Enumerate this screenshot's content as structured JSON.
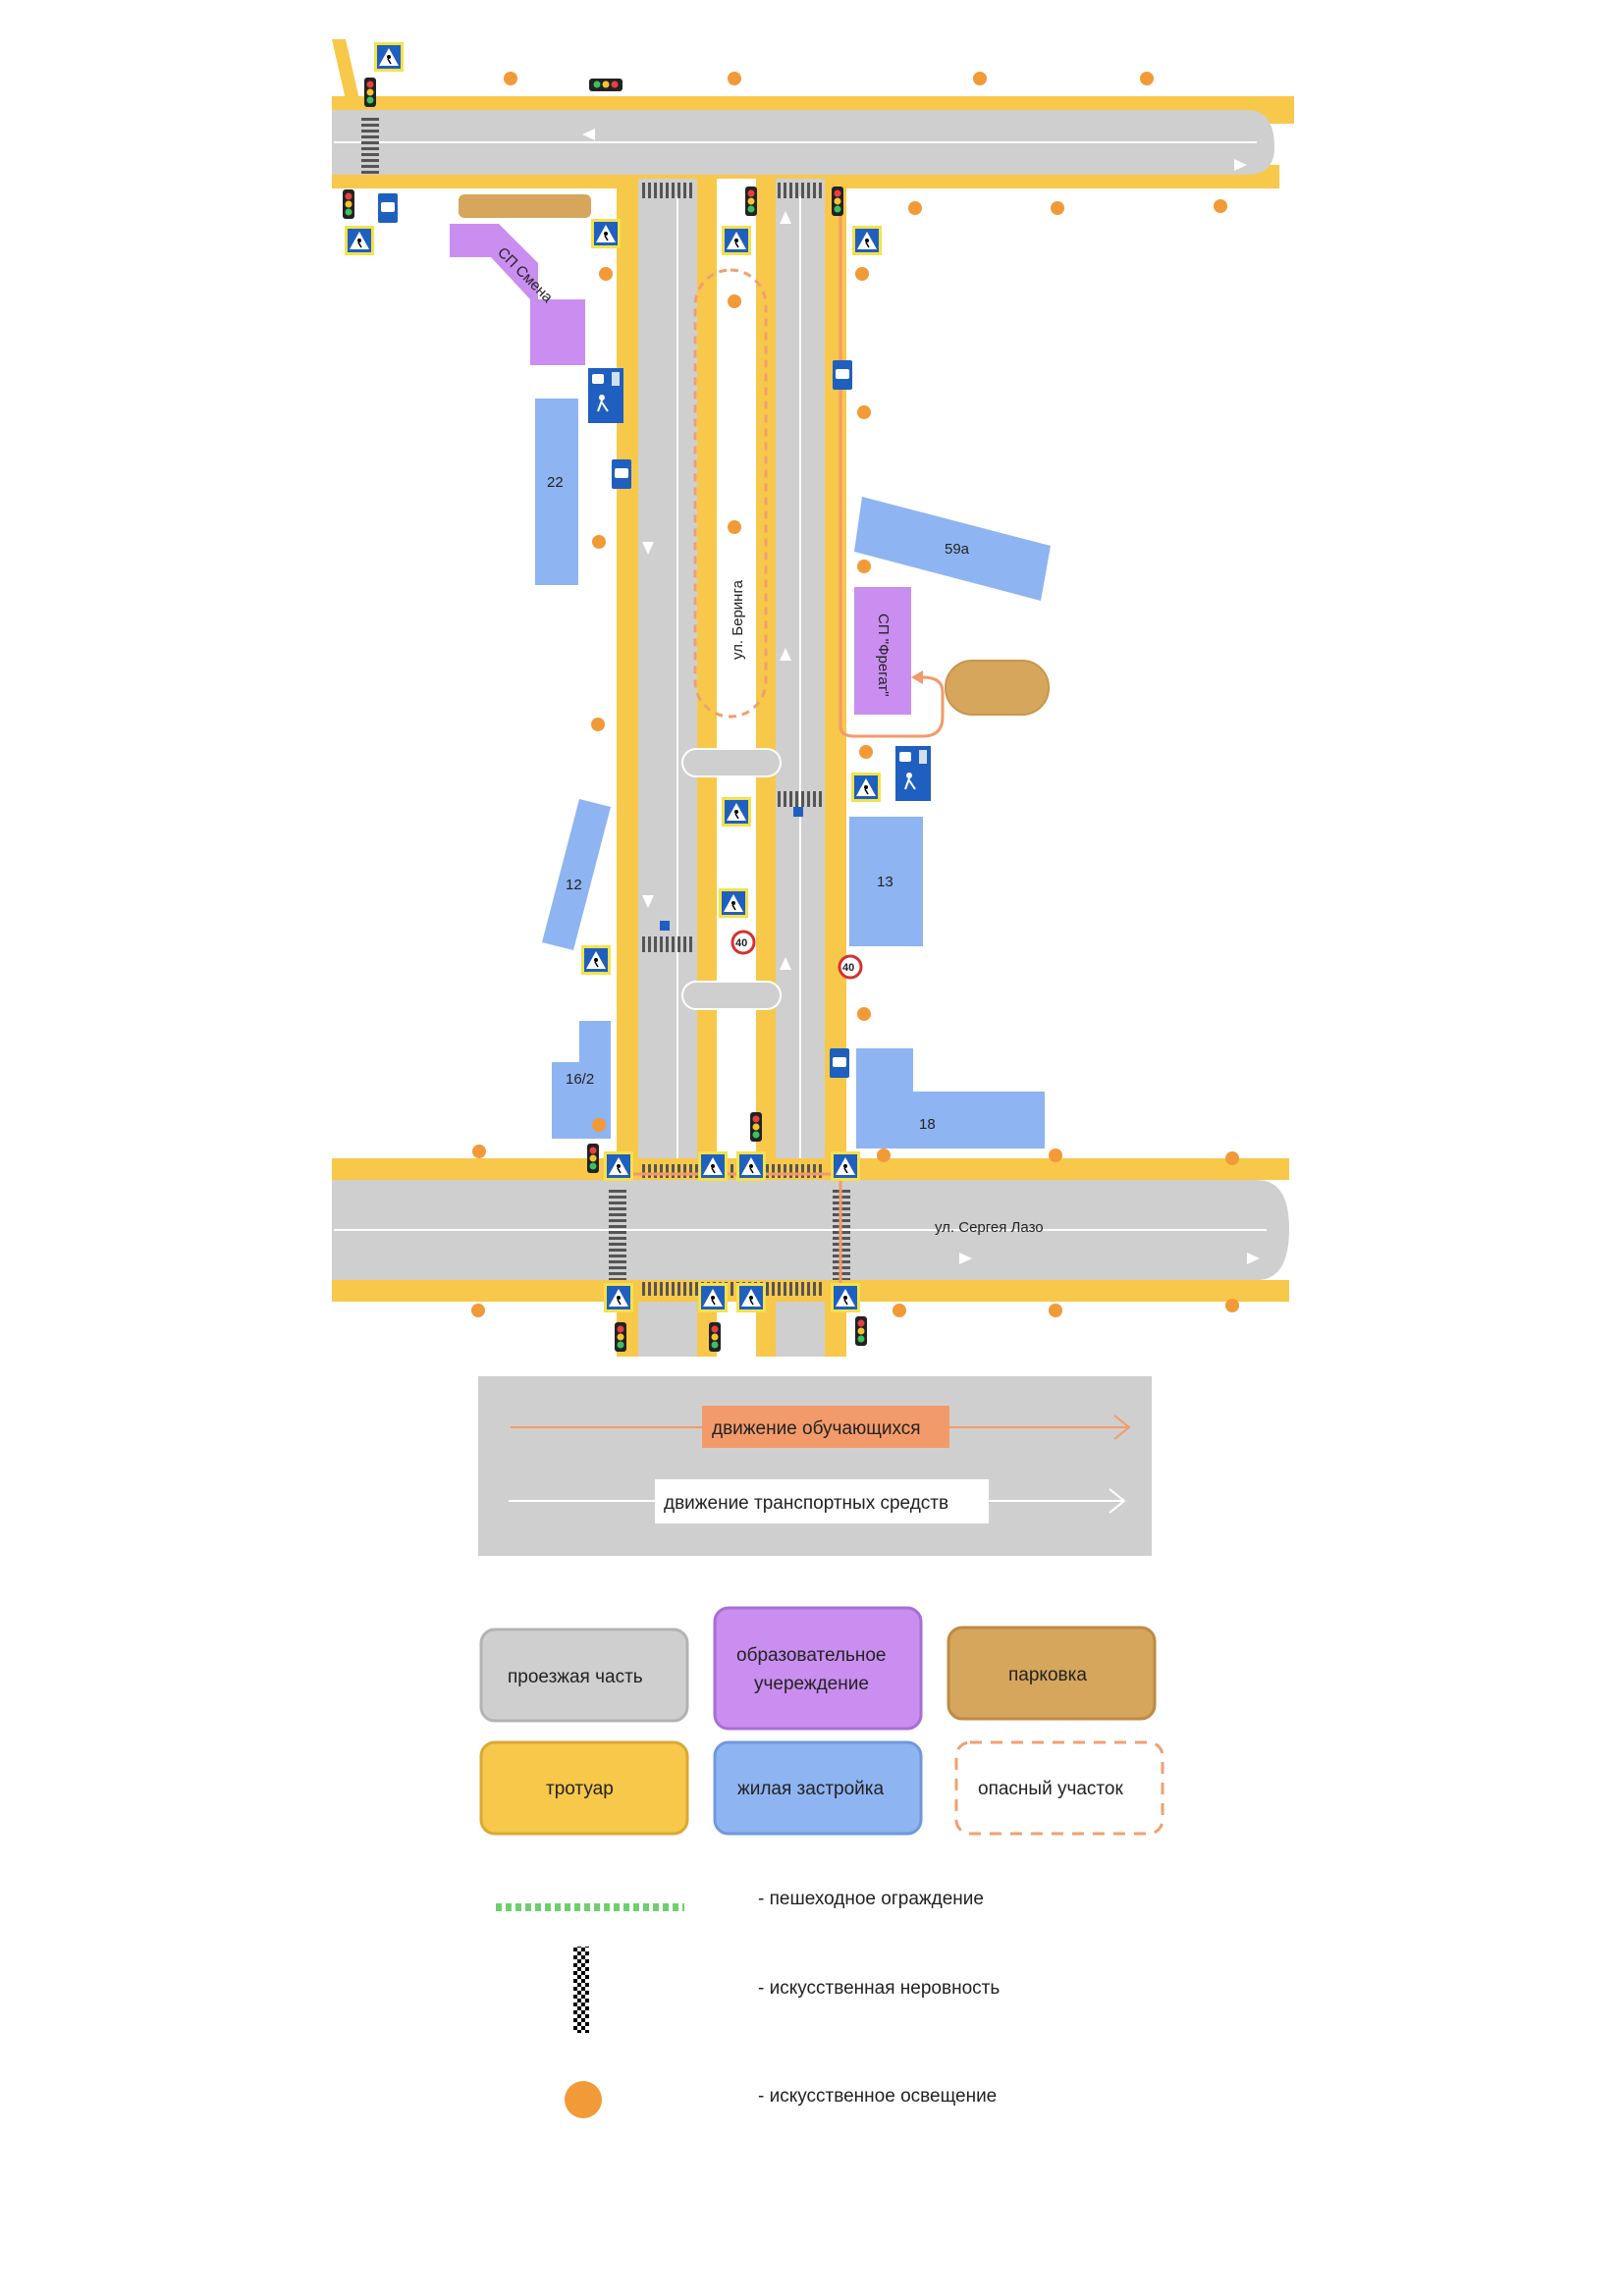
{
  "streets": {
    "bering": "ул. Беринга",
    "lazo": "ул. Сергея Лазо"
  },
  "buildings": {
    "b22": "22",
    "b59a": "59а",
    "b12": "12",
    "b13": "13",
    "b16_2": "16/2",
    "b18": "18"
  },
  "schools": {
    "smena": "СП Смена",
    "fregat": "СП \"Фрегат\""
  },
  "speed_limit": "40",
  "legend": {
    "student_movement": "движение обучающихся",
    "vehicle_movement": "движение транспортных средств",
    "roadway": "проезжая часть",
    "school": "образовательное учереждение",
    "school_line1": "образовательное",
    "school_line2": "учереждение",
    "parking": "парковка",
    "sidewalk": "тротуар",
    "housing": "жилая застройка",
    "danger": "опасный участок",
    "fence": "- пешеходное ограждение",
    "bump": "- искусственная неровность",
    "lighting": "- искусственное освещение"
  },
  "colors": {
    "road": "#d0cfcf",
    "sidewalk": "#f7c84a",
    "school": "#c98ef0",
    "housing": "#8fb4f2",
    "parking": "#d6a65c",
    "danger": "#f0a070",
    "student_path": "#f39a6a",
    "lamp": "#f29a38",
    "fence": "#6fcf6f",
    "sign_blue": "#1f5fbf"
  }
}
